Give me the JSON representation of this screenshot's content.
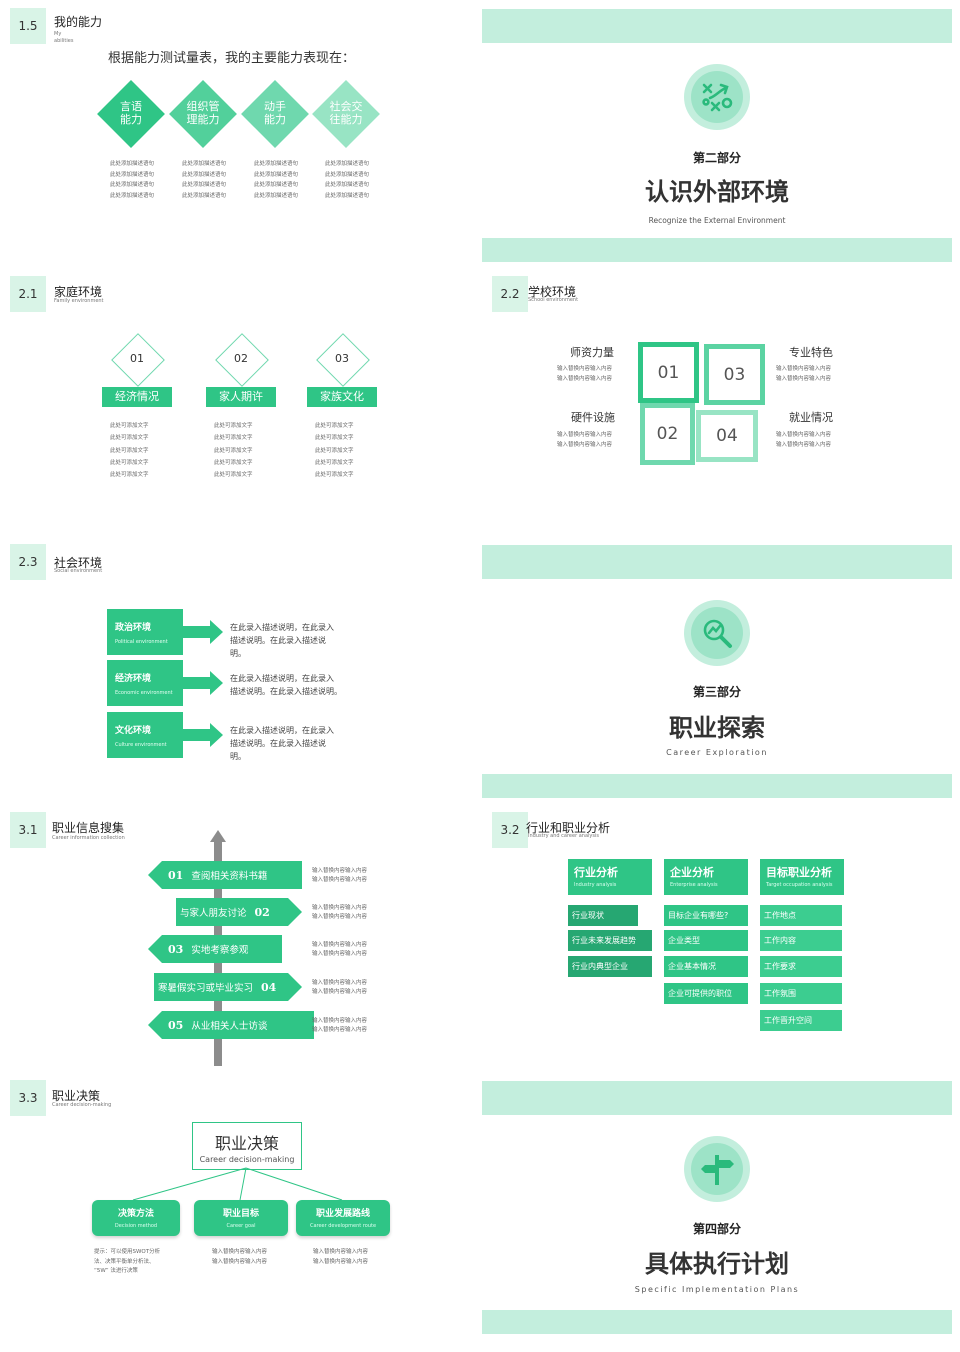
{
  "slide_1_5": {
    "num": "1.5",
    "title": "我的能力",
    "sub1": "My",
    "sub2": "abilities",
    "heading": "根据能力测试量表，我的主要能力表现在：",
    "abilities": [
      {
        "l1": "言语",
        "l2": "能力",
        "color": "#2fc586"
      },
      {
        "l1": "组织管",
        "l2": "理能力",
        "color": "#52d09b"
      },
      {
        "l1": "动手",
        "l2": "能力",
        "color": "#6fd8ae"
      },
      {
        "l1": "社会交",
        "l2": "往能力",
        "color": "#98e4c4"
      }
    ],
    "desc_line": "此处添加描述语句"
  },
  "part2": {
    "label": "第二部分",
    "title": "认识外部环境",
    "subtitle": "Recognize the External Environment",
    "icon": "strategy-icon"
  },
  "slide_2_1": {
    "num": "2.1",
    "title": "家庭环境",
    "sub": "Family environment",
    "items": [
      {
        "num": "01",
        "label": "经济情况"
      },
      {
        "num": "02",
        "label": "家人期许"
      },
      {
        "num": "03",
        "label": "家族文化"
      }
    ],
    "text_line": "此处可添加文字"
  },
  "slide_2_2": {
    "num": "2.2",
    "title": "学校环境",
    "sub": "School environment",
    "squares": [
      "01",
      "03",
      "02",
      "04"
    ],
    "labels": [
      "师资力量",
      "专业特色",
      "硬件设施",
      "就业情况"
    ],
    "text_line": "输入替换内容输入内容"
  },
  "slide_2_3": {
    "num": "2.3",
    "title": "社会环境",
    "sub": "Social environment",
    "items": [
      {
        "title": "政治环境",
        "sub": "Political environment",
        "d1": "在此录入描述说明，在此录入",
        "d2": "描述说明。在此录入描述说",
        "d3": "明。"
      },
      {
        "title": "经济环境",
        "sub": "Economic environment",
        "d1": "在此录入描述说明，在此录入",
        "d2": "描述说明。在此录入描述说明。",
        "d3": ""
      },
      {
        "title": "文化环境",
        "sub": "Culture environment",
        "d1": "在此录入描述说明，在此录入",
        "d2": "描述说明。在此录入描述说",
        "d3": "明。"
      }
    ]
  },
  "part3": {
    "label": "第三部分",
    "title": "职业探索",
    "subtitle": "Career  Exploration",
    "icon": "magnifier-icon"
  },
  "slide_3_1": {
    "num": "3.1",
    "title": "职业信息搜集",
    "sub": "Career information collection",
    "signs": [
      {
        "num": "01",
        "text": "查阅相关资料书籍"
      },
      {
        "num": "02",
        "text": "与家人朋友讨论"
      },
      {
        "num": "03",
        "text": "实地考察参观"
      },
      {
        "num": "04",
        "text": "寒暑假实习或毕业实习"
      },
      {
        "num": "05",
        "text": "从业相关人士访谈"
      }
    ],
    "text_line": "输入替换内容输入内容"
  },
  "slide_3_2": {
    "num": "3.2",
    "title": "行业和职业分析",
    "sub": "Industry and career analysis",
    "columns": [
      {
        "title": "行业分析",
        "sub": "Industry analysis",
        "color": "#2fc586",
        "items": [
          "行业现状",
          "行业未来发展趋势",
          "行业内典型企业"
        ],
        "item_color": "#26a772"
      },
      {
        "title": "企业分析",
        "sub": "Enterprise analysis",
        "color": "#2fc586",
        "items": [
          "目标企业有哪些?",
          "企业类型",
          "企业基本情况",
          "企业可提供的职位"
        ],
        "item_color": "#2fc586"
      },
      {
        "title": "目标职业分析",
        "sub": "Target occupation analysis",
        "color": "#2fc586",
        "items": [
          "工作地点",
          "工作内容",
          "工作要求",
          "工作氛围",
          "工作晋升空间"
        ],
        "item_color": "#3ccd90"
      }
    ]
  },
  "slide_3_3": {
    "num": "3.3",
    "title": "职业决策",
    "sub": "Career decision-making",
    "main_title": "职业决策",
    "main_sub": "Career decision-making",
    "boxes": [
      {
        "title": "决策方法",
        "sub": "Decision method"
      },
      {
        "title": "职业目标",
        "sub": "Career goal"
      },
      {
        "title": "职业发展路线",
        "sub": "Career development route"
      }
    ],
    "tip1": "提示：可以使用SWOT分析",
    "tip2": "法、决策平衡单分析法、",
    "tip3": "“5W” 法进行决策",
    "text_line": "输入替换内容输入内容"
  },
  "part4": {
    "label": "第四部分",
    "title": "具体执行计划",
    "subtitle": "Specific  Implementation  Plans",
    "icon": "signpost-icon"
  }
}
